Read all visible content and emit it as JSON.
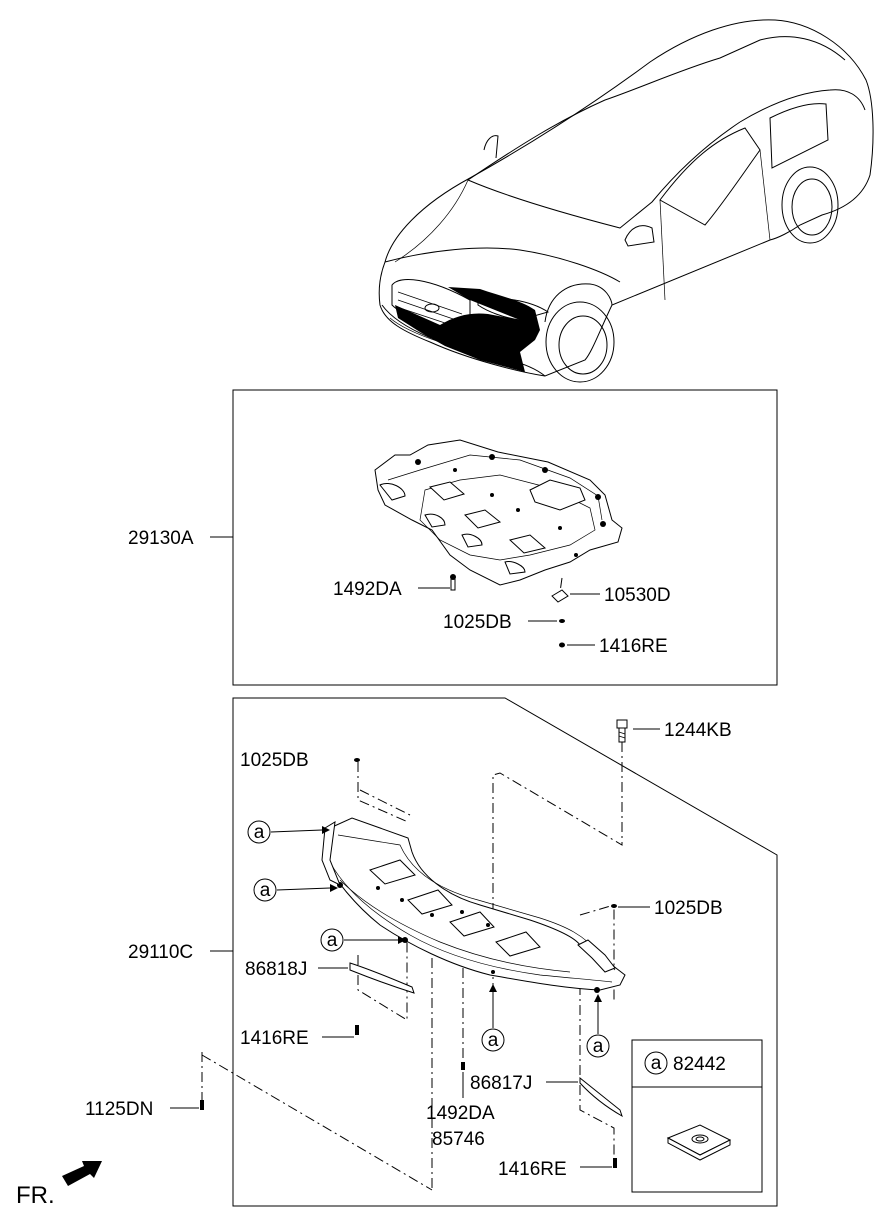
{
  "labels": {
    "l_29130A": "29130A",
    "l_1492DA_top": "1492DA",
    "l_10530D": "10530D",
    "l_1025DB_top": "1025DB",
    "l_1416RE_top": "1416RE",
    "l_1244KB": "1244KB",
    "l_1025DB_left": "1025DB",
    "l_1025DB_right": "1025DB",
    "l_29110C": "29110C",
    "l_86818J": "86818J",
    "l_1416RE_left": "1416RE",
    "l_86817J": "86817J",
    "l_1492DA_bottom": "1492DA",
    "l_85746": "85746",
    "l_1125DN": "1125DN",
    "l_1416RE_bottom": "1416RE",
    "l_82442": "82442",
    "circle_a": "a",
    "fr": "FR."
  }
}
